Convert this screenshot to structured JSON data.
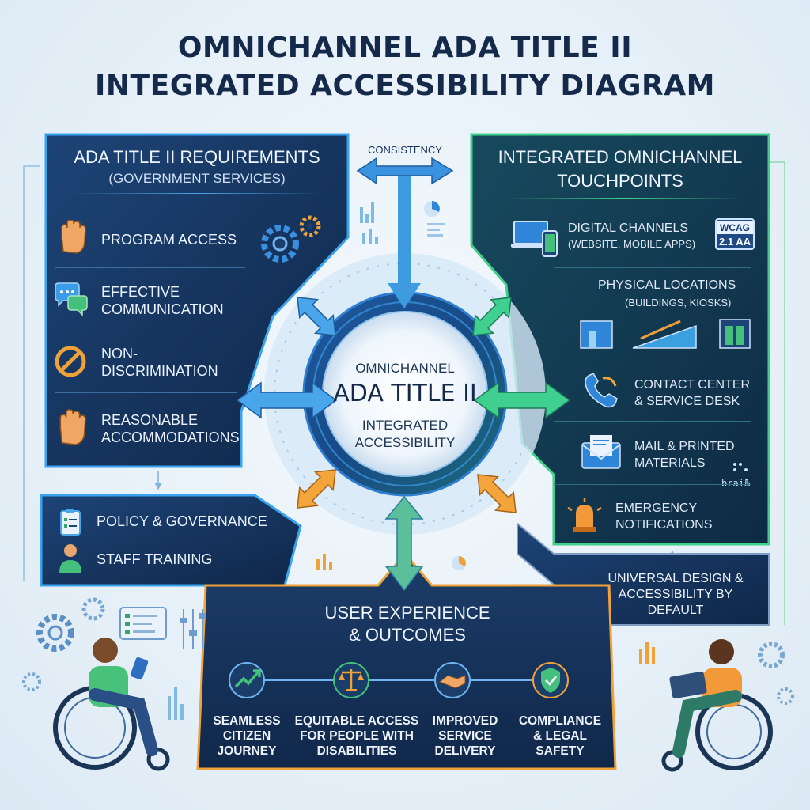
{
  "title": {
    "line1": "OMNICHANNEL ADA TITLE II",
    "line2": "INTEGRATED ACCESSIBILITY DIAGRAM"
  },
  "left_panel": {
    "title_line1": "ADA TITLE II REQUIREMENTS",
    "title_line2": "(GOVERNMENT SERVICES)",
    "items": [
      {
        "label": "PROGRAM ACCESS",
        "icon": "hand-icon"
      },
      {
        "label_line1": "EFFECTIVE",
        "label_line2": "COMMUNICATION",
        "icon": "speech-bubbles-icon"
      },
      {
        "label_line1": "NON-",
        "label_line2": "DISCRIMINATION",
        "icon": "prohibited-icon"
      },
      {
        "label_line1": "REASONABLE",
        "label_line2": "ACCOMMODATIONS",
        "icon": "hand-icon"
      }
    ]
  },
  "governance_panel": {
    "items": [
      {
        "label": "POLICY & GOVERNANCE",
        "icon": "clipboard-icon"
      },
      {
        "label": "STAFF TRAINING",
        "icon": "person-icon"
      }
    ]
  },
  "right_panel": {
    "title_line1": "INTEGRATED OMNICHANNEL",
    "title_line2": "TOUCHPOINTS",
    "items": [
      {
        "label_line1": "DIGITAL CHANNELS",
        "label_line2": "(WEBSITE, MOBILE APPS)",
        "icon": "laptop-phone-icon",
        "badge_line1": "WCAG",
        "badge_line2": "2.1 AA"
      },
      {
        "label_line1": "PHYSICAL LOCATIONS",
        "label_line2": "(BUILDINGS, KIOSKS)",
        "icon": "building-ramp-icon"
      },
      {
        "label_line1": "CONTACT CENTER",
        "label_line2": "& SERVICE DESK",
        "icon": "phone-icon"
      },
      {
        "label_line1": "MAIL & PRINTED",
        "label_line2": "MATERIALS",
        "icon": "envelope-icon",
        "extra": "braiЉ"
      },
      {
        "label_line1": "EMERGENCY",
        "label_line2": "NOTIFICATIONS",
        "icon": "alarm-light-icon"
      }
    ]
  },
  "universal_box": {
    "line1": "UNIVERSAL DESIGN &",
    "line2": "ACCESSIBILITY BY",
    "line3": "DEFAULT"
  },
  "consistency_label": "CONSISTENCY",
  "center": {
    "line1": "OMNICHANNEL",
    "line2": "ADA TITLE II",
    "line3": "INTEGRATED",
    "line4": "ACCESSIBILITY"
  },
  "outcomes_panel": {
    "title_line1": "USER EXPERIENCE",
    "title_line2": "& OUTCOMES",
    "items": [
      {
        "line1": "SEAMLESS",
        "line2": "CITIZEN",
        "line3": "JOURNEY",
        "icon": "trend-arrow-icon"
      },
      {
        "line1": "EQUITABLE ACCESS",
        "line2": "FOR PEOPLE WITH",
        "line3": "DISABILITIES",
        "icon": "scales-icon"
      },
      {
        "line1": "IMPROVED",
        "line2": "SERVICE",
        "line3": "DELIVERY",
        "icon": "handshake-icon"
      },
      {
        "line1": "COMPLIANCE",
        "line2": "& LEGAL",
        "line3": "SAFETY",
        "icon": "shield-check-icon"
      }
    ]
  },
  "colors": {
    "navy": "#142f57",
    "blue_accent": "#2d8fe0",
    "green_accent": "#34c07a",
    "orange_accent": "#f0a13a",
    "title": "#152a4a"
  }
}
